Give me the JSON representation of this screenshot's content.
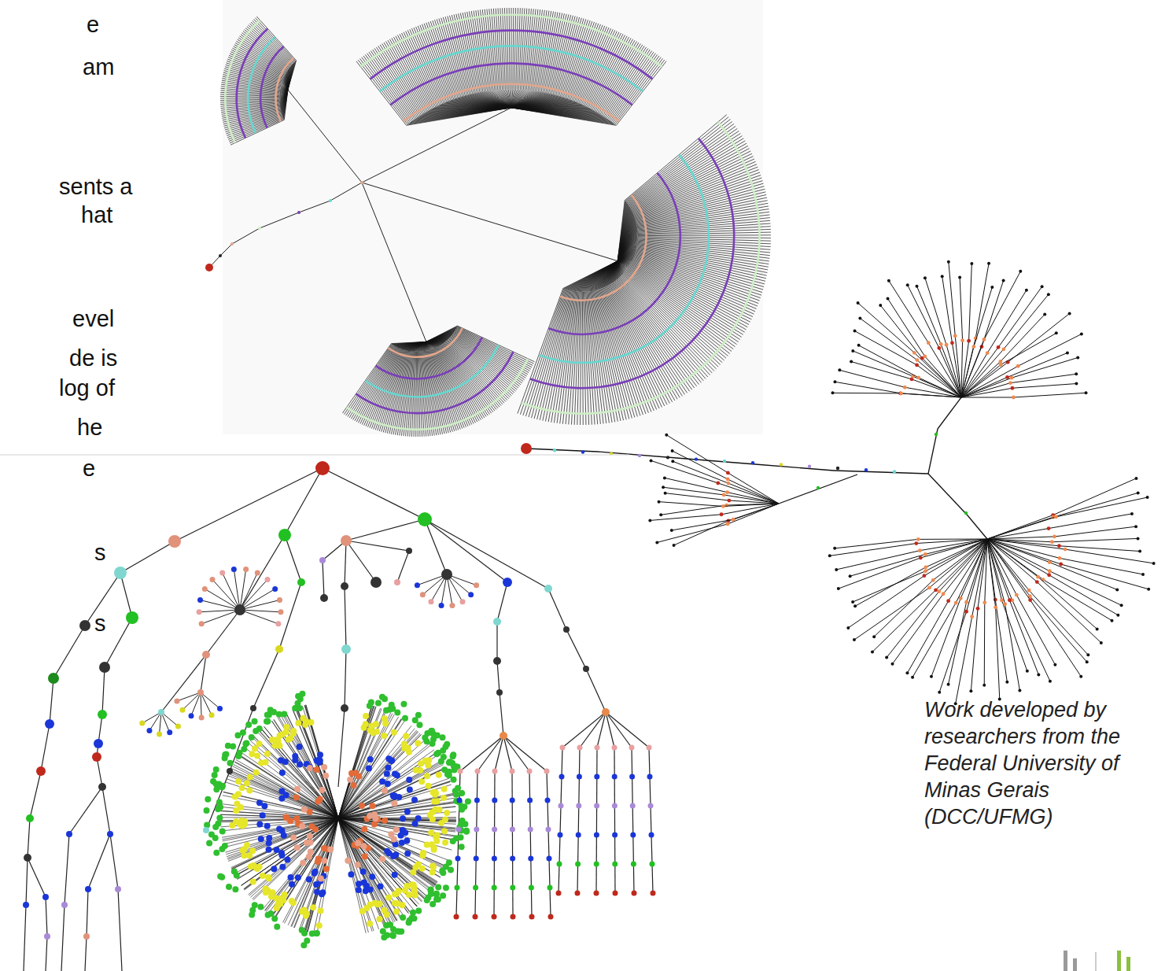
{
  "diagram": {
    "caption": "Work developed by researchers from the Federal University of Minas Gerais (DCC/UFMG)",
    "labels": [
      "e",
      "am",
      "sents a",
      "hat",
      "evel",
      "de is",
      "log of",
      "he",
      "e",
      "s",
      "s"
    ]
  }
}
